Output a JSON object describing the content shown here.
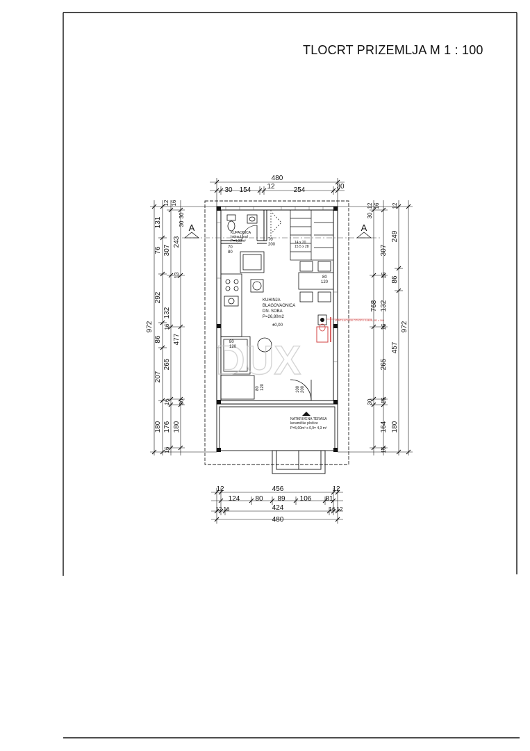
{
  "title": "TLOCRT PRIZEMLJA M 1 : 100",
  "section_marker": "A",
  "colors": {
    "line": "#111111",
    "accent": "#d04040",
    "watermark": "#c8c8c8"
  },
  "dims": {
    "top": {
      "overall": "480",
      "p1": "30",
      "p2": "154",
      "p3": "12",
      "p4": "254",
      "p5": "30"
    },
    "left_outer": {
      "total": "972"
    },
    "left_mid": {
      "a": "131",
      "b": "76",
      "c": "292",
      "d": "86",
      "e": "207",
      "f": "180"
    },
    "left_inner": {
      "a": "12",
      "b": "16",
      "c": "30",
      "d": "307",
      "e": "132",
      "f": "16",
      "g": "265",
      "h": "16",
      "i": "30",
      "j": "176",
      "k": "16"
    },
    "left_rooms": {
      "a": "30",
      "b": "243",
      "c": "13",
      "d": "477",
      "e": "180"
    },
    "right_rooms": {
      "a": "12",
      "b": "16",
      "c": "30",
      "d": "307",
      "e": "16",
      "f": "132",
      "g": "16",
      "h": "265",
      "i": "16",
      "j": "30",
      "k": "164",
      "l": "16"
    },
    "right_mid": {
      "a": "12",
      "b": "249",
      "c": "86",
      "d": "457",
      "e": "180"
    },
    "right_outer": {
      "a": "768",
      "b": "972"
    },
    "bottom1": {
      "a": "12",
      "b": "456",
      "c": "12"
    },
    "bottom2": {
      "a": "124",
      "b": "80",
      "c": "89",
      "d": "106",
      "e": "81"
    },
    "bottom3": {
      "a": "12",
      "b": "16",
      "c": "424",
      "d": "16",
      "e": "12"
    },
    "bottom4": {
      "a": "480"
    }
  },
  "rooms": {
    "bath": {
      "name": "KUPAONICA",
      "floor": "hidraul.pod",
      "area": "P=4,00m²"
    },
    "main": {
      "line1": "KUHINJA",
      "line2": "BLAGOVAONICA",
      "line3": "DN. SOBA",
      "area": "P=26,80m2",
      "level": "±0,00"
    },
    "terrace": {
      "name": "NATKRIVENA TERASA",
      "floor": "keramičke pločice",
      "area": "P=5,60m² x 0,9= 4,3 m²"
    }
  },
  "door_labels": {
    "d1_w": "70",
    "d1_h": "200",
    "d2_w": "70",
    "d2_h": "80",
    "d3_w": "80",
    "d3_h": "120",
    "d4_w": "80",
    "d4_h": "120",
    "d5_w": "80",
    "d5_h": "120",
    "d6_w": "100",
    "d6_h": "200"
  },
  "stair_label_1": "14 x 20",
  "stair_label_2": "15.5 x 28",
  "chimney_label": "VENTILACIJSKI OTVOR I KAMIN, Ø2 x 160",
  "watermark": "DUX"
}
